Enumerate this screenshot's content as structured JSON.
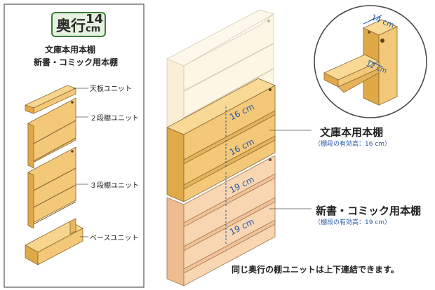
{
  "badge": {
    "prefix": "奥行",
    "number": "14",
    "unit": "cm"
  },
  "left_panel": {
    "title_line1": "文庫本用本棚",
    "title_line2": "新書・コミック用本棚",
    "units": [
      {
        "label": "天板ユニット"
      },
      {
        "label": "２段棚ユニット"
      },
      {
        "label": "３段棚ユニット"
      },
      {
        "label": "ベースユニット"
      }
    ]
  },
  "shelf_heights": [
    "16 cm",
    "16 cm",
    "19 cm",
    "19 cm"
  ],
  "callouts": {
    "bunko": {
      "title": "文庫本用本棚",
      "sub": "（棚段の有効高：16 cm）"
    },
    "shinsho": {
      "title": "新書・コミック用本棚",
      "sub": "（棚段の有効高：19 cm）"
    }
  },
  "inset": {
    "depth_label": "14 cm",
    "inner_label": "12 cm"
  },
  "footer": "同じ奥行の棚ユニットは上下連結できます。",
  "colors": {
    "wood": "#f3c878",
    "wood_dark": "#e0a948",
    "wood_faded": "#faf0d4",
    "wood_peach": "#f8d6b2",
    "blue_measure": "#2a5aa8",
    "badge_green": "#3c7d3c"
  }
}
